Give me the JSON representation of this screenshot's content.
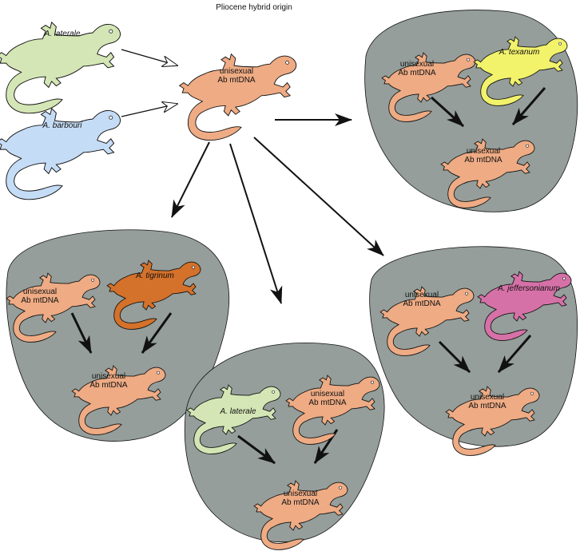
{
  "diagram": {
    "title": "Pliocene hybrid origin",
    "unisexual_line1": "unisexual",
    "unisexual_line2": "Ab mtDNA",
    "species": {
      "laterale": "A. laterale",
      "barbouri": "A. barbouri",
      "texanum": "A. texanum",
      "tigrinum": "A. tigrinum",
      "jeffersonianum": "A. jeffersonianum"
    },
    "colors": {
      "unisexual": "#eeab84",
      "laterale": "#d4e6b5",
      "barbouri": "#c5dcf6",
      "texanum": "#f2f26b",
      "tigrinum": "#d4712a",
      "jeffersonianum": "#d671a8",
      "island": "#959e9a"
    }
  }
}
